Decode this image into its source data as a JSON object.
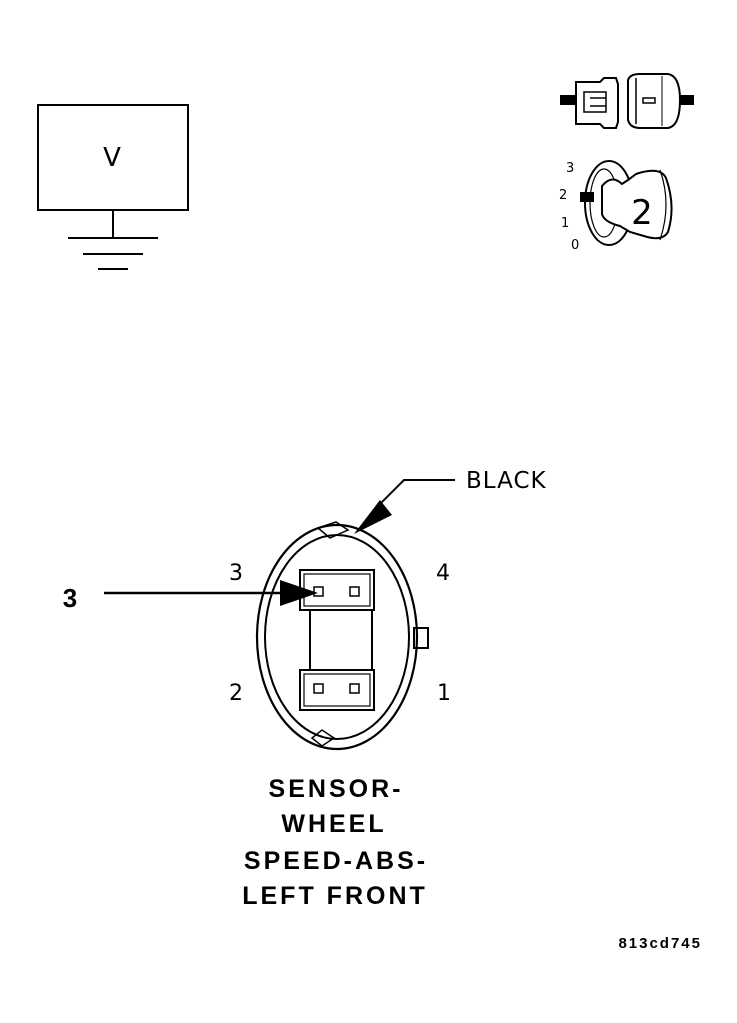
{
  "voltmeter": {
    "symbol": "V"
  },
  "key_icon": {
    "positions": [
      "3",
      "2",
      "1",
      "0"
    ],
    "selected": "2"
  },
  "connector": {
    "color_label": "BLACK",
    "pins": {
      "p1": "1",
      "p2": "2",
      "p3": "3",
      "p4": "4"
    },
    "callout_label": "3",
    "title_lines": [
      "SENSOR-",
      "WHEEL",
      "SPEED-ABS-",
      "LEFT FRONT"
    ]
  },
  "figure_id": "813cd745",
  "colors": {
    "ink": "#000000",
    "paper": "#ffffff"
  }
}
